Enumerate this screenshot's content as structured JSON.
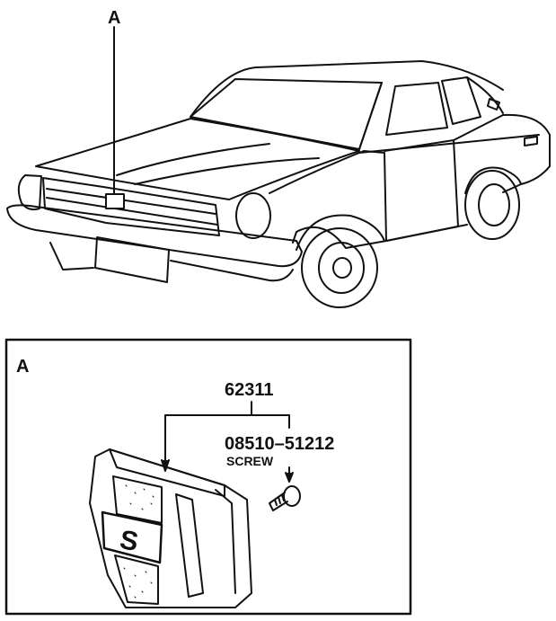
{
  "car_view": {
    "callout_letter": "A"
  },
  "detail_panel": {
    "panel_letter": "A",
    "parts": [
      {
        "part_number": "62311",
        "description": ""
      },
      {
        "part_number": "08510–51212",
        "description": "SCREW"
      }
    ],
    "emblem_letter": "S"
  }
}
